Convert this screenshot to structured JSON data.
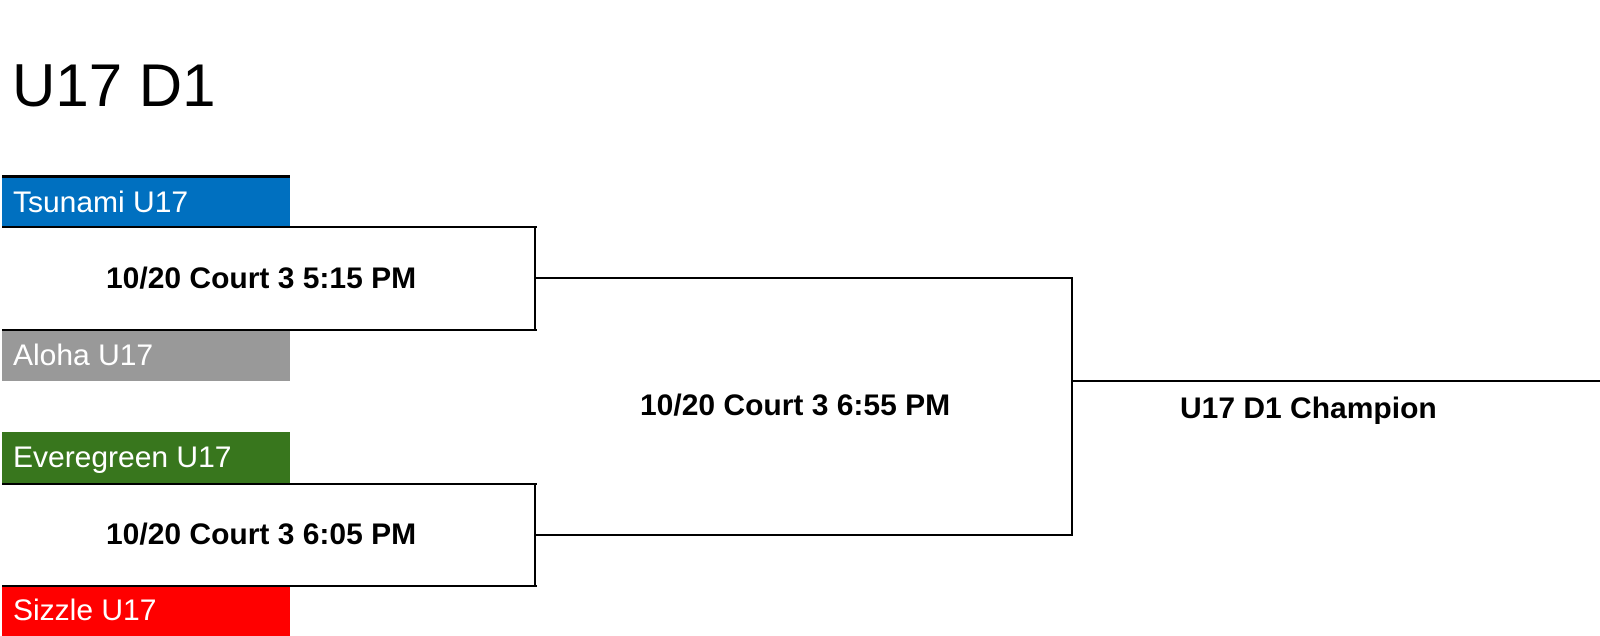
{
  "title": "U17 D1",
  "teams": [
    {
      "name": "Tsunami U17",
      "color": "#0070c0"
    },
    {
      "name": "Aloha U17",
      "color": "#999999"
    },
    {
      "name": "Everegreen U17",
      "color": "#38761d"
    },
    {
      "name": "Sizzle U17",
      "color": "#ff0000"
    }
  ],
  "matches": [
    {
      "label": "10/20 Court 3 5:15 PM"
    },
    {
      "label": "10/20 Court 3 6:05 PM"
    },
    {
      "label": "10/20 Court 3 6:55 PM"
    }
  ],
  "champion_label": "U17 D1 Champion"
}
